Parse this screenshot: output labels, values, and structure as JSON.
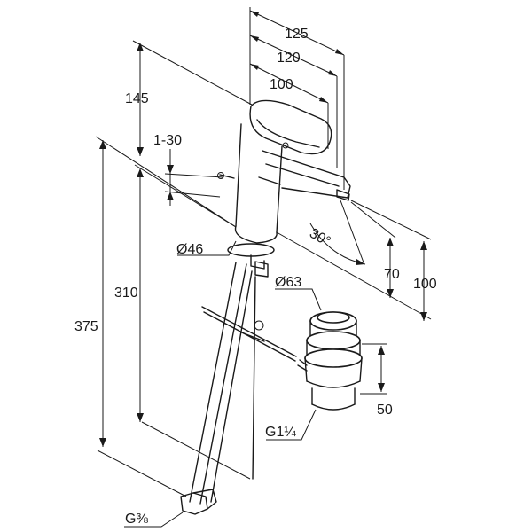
{
  "diagram": {
    "dimensions": {
      "d125": "125",
      "d120": "120",
      "d100_top": "100",
      "d145": "145",
      "d1_30": "1-30",
      "angle_30": "30°",
      "dia46": "Ø46",
      "dia63": "Ø63",
      "d310": "310",
      "d375": "375",
      "d70": "70",
      "d100_right": "100",
      "d50": "50",
      "thread_g114": "G1¼",
      "thread_g38": "G⅜"
    }
  }
}
